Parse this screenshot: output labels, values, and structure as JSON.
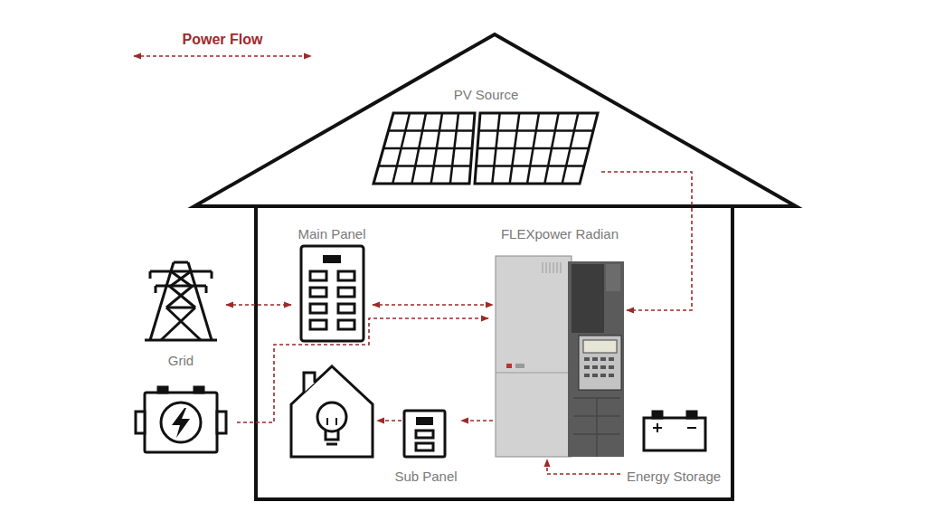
{
  "diagram": {
    "nodes": [
      {
        "text": [
          "PV Source"
        ]
      },
      {
        "text": [
          "Grid"
        ]
      },
      {
        "text": [
          "Main Panel"
        ]
      },
      {
        "text": [
          "FLEXpower Radian"
        ]
      },
      {
        "text": [
          "Sub Panel"
        ]
      },
      {
        "text": [
          "Energy Storage"
        ]
      }
    ],
    "edges": [
      {
        "from": 1,
        "to": 2,
        "arrow": "both"
      },
      {
        "from": 2,
        "to": 3,
        "arrow": "both"
      },
      {
        "from": 0,
        "to": 3,
        "arrow": "to"
      },
      {
        "from": 3,
        "to": 4,
        "arrow": "to"
      },
      {
        "from": 5,
        "to": 3,
        "arrow": "to"
      }
    ],
    "legend": [
      {
        "text": "Power Flow"
      }
    ]
  }
}
